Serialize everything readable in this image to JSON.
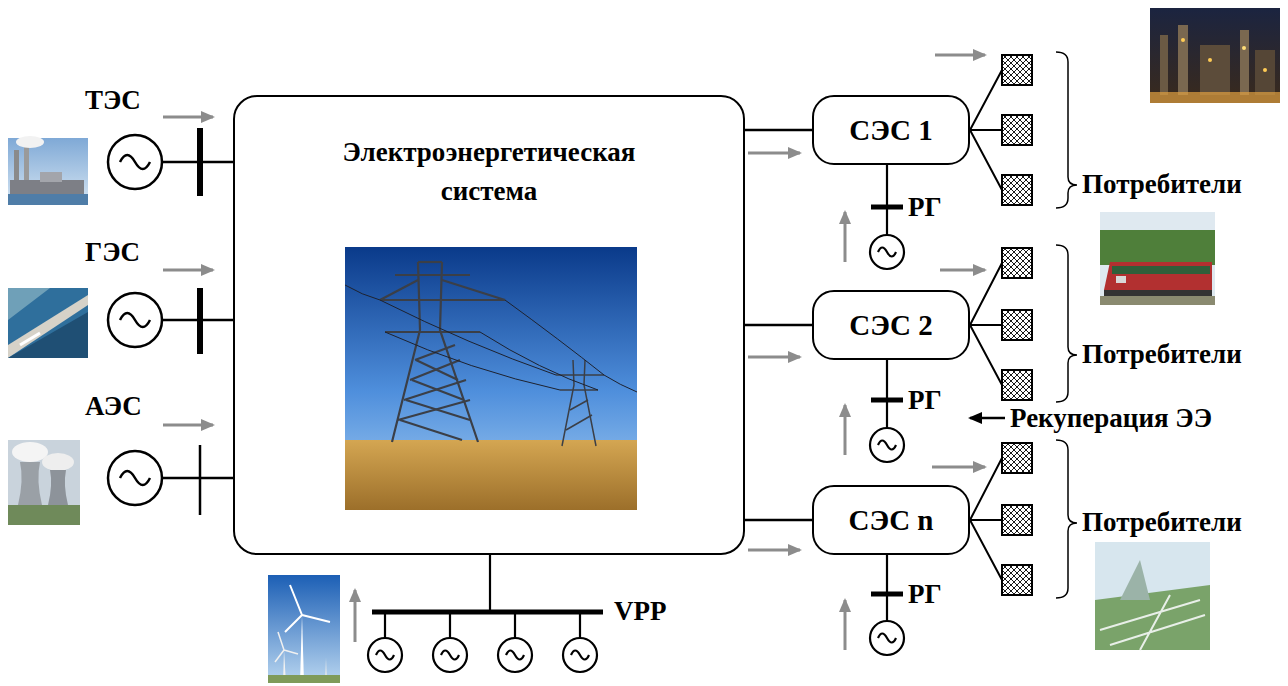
{
  "diagram": {
    "nodes": [
      {
        "text": [
          "Электроэнергетическая система"
        ]
      },
      {
        "text": [
          "СЭС 1"
        ]
      },
      {
        "text": [
          "СЭС 2"
        ]
      },
      {
        "text": [
          "СЭС n"
        ]
      }
    ],
    "edges": [
      {
        "from": 0,
        "to": 1,
        "arrow": "none"
      },
      {
        "from": 0,
        "to": 2,
        "arrow": "none"
      },
      {
        "from": 0,
        "to": 3,
        "arrow": "none"
      }
    ],
    "labels": [
      "ТЭС",
      "ГЭС",
      "АЭС",
      "Потребители",
      "РГ",
      "Потребители",
      "РГ",
      "Рекуперация ЭЭ",
      "Потребители",
      "РГ",
      "VPP"
    ]
  }
}
